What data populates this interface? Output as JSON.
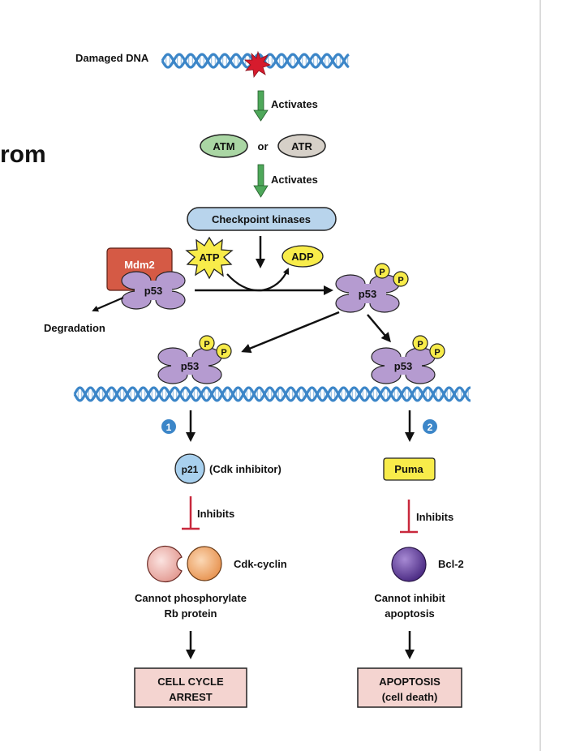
{
  "slide": {
    "title_fragment": "rom"
  },
  "diagram": {
    "damaged_dna_label": "Damaged DNA",
    "activates_1": "Activates",
    "atm": "ATM",
    "or_word": "or",
    "atr": "ATR",
    "activates_2": "Activates",
    "checkpoint_kinases": "Checkpoint kinases",
    "mdm2": "Mdm2",
    "p53": "p53",
    "atp": "ATP",
    "adp": "ADP",
    "phospho": "P",
    "degradation": "Degradation",
    "pathway1_number": "1",
    "pathway2_number": "2",
    "p21": "p21",
    "cdk_inhibitor": "(Cdk inhibitor)",
    "puma": "Puma",
    "inhibits_left": "Inhibits",
    "inhibits_right": "Inhibits",
    "cdk_cyclin": "Cdk-cyclin",
    "bcl2": "Bcl-2",
    "cannot_phos_line1": "Cannot phosphorylate",
    "cannot_phos_line2": "Rb protein",
    "cannot_inhibit_line1": "Cannot inhibit",
    "cannot_inhibit_line2": "apoptosis",
    "arrest_line1": "CELL CYCLE",
    "arrest_line2": "ARREST",
    "apoptosis_line1": "APOPTOSIS",
    "apoptosis_line2": "(cell death)"
  },
  "colors": {
    "dna_blue": "#3c86c8",
    "dna_light": "#9fc4e4",
    "activation_green": "#4ea85a",
    "inhibition_red": "#c8283c",
    "atm_green": "#aad6a4",
    "atr_gray": "#d6d0c8",
    "kinase_blue": "#b8d4ec",
    "mdm2_red": "#d55a45",
    "p53_purple": "#b59bd0",
    "phospho_yellow": "#f8ec4a",
    "p21_blue": "#a8d0ee",
    "puma_yellow": "#f8ec4a",
    "outcome_pink": "#f4d4d0",
    "bcl2_purple": "#6a48a0"
  }
}
